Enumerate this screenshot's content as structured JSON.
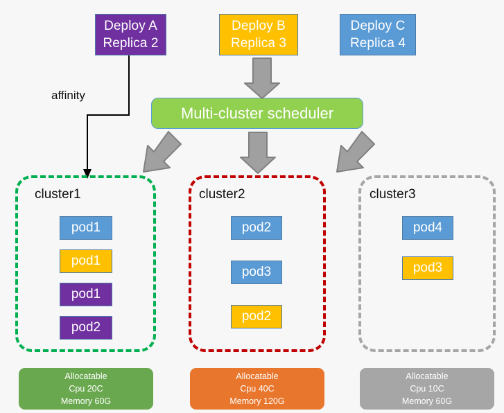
{
  "background_color": "#f7f7f7",
  "deployments": [
    {
      "name": "deploy-a",
      "line1": "Deploy A",
      "line2": "Replica 2",
      "color": "#7030a0"
    },
    {
      "name": "deploy-b",
      "line1": "Deploy B",
      "line2": "Replica 3",
      "color": "#ffc000"
    },
    {
      "name": "deploy-c",
      "line1": "Deploy C",
      "line2": "Replica 4",
      "color": "#5b9bd5"
    }
  ],
  "scheduler": {
    "label": "Multi-cluster scheduler",
    "color": "#92d050"
  },
  "affinity": {
    "label": "affinity"
  },
  "clusters": [
    {
      "id": "cluster1",
      "label": "cluster1",
      "border_color": "#00b050",
      "pods": [
        {
          "label": "pod1",
          "color": "#5b9bd5"
        },
        {
          "label": "pod1",
          "color": "#ffc000"
        },
        {
          "label": "pod1",
          "color": "#7030a0"
        },
        {
          "label": "pod2",
          "color": "#7030a0"
        }
      ],
      "allocatable": {
        "title": "Allocatable",
        "cpu": "Cpu 20C",
        "memory": "Memory 60G",
        "color": "#6aa84f"
      }
    },
    {
      "id": "cluster2",
      "label": "cluster2",
      "border_color": "#c00000",
      "pods": [
        {
          "label": "pod2",
          "color": "#5b9bd5"
        },
        {
          "label": "pod3",
          "color": "#5b9bd5"
        },
        {
          "label": "pod2",
          "color": "#ffc000"
        }
      ],
      "allocatable": {
        "title": "Allocatable",
        "cpu": "Cpu 40C",
        "memory": "Memory 120G",
        "color": "#e8762c"
      }
    },
    {
      "id": "cluster3",
      "label": "cluster3",
      "border_color": "#a6a6a6",
      "pods": [
        {
          "label": "pod4",
          "color": "#5b9bd5"
        },
        {
          "label": "pod3",
          "color": "#ffc000"
        }
      ],
      "allocatable": {
        "title": "Allocatable",
        "cpu": "Cpu 10C",
        "memory": "Memory 60G",
        "color": "#a6a6a6"
      }
    }
  ],
  "arrows": {
    "block_arrow_color": "#a0a0a0",
    "block_arrow_stroke": "#808080",
    "affinity_line_color": "#000000"
  }
}
